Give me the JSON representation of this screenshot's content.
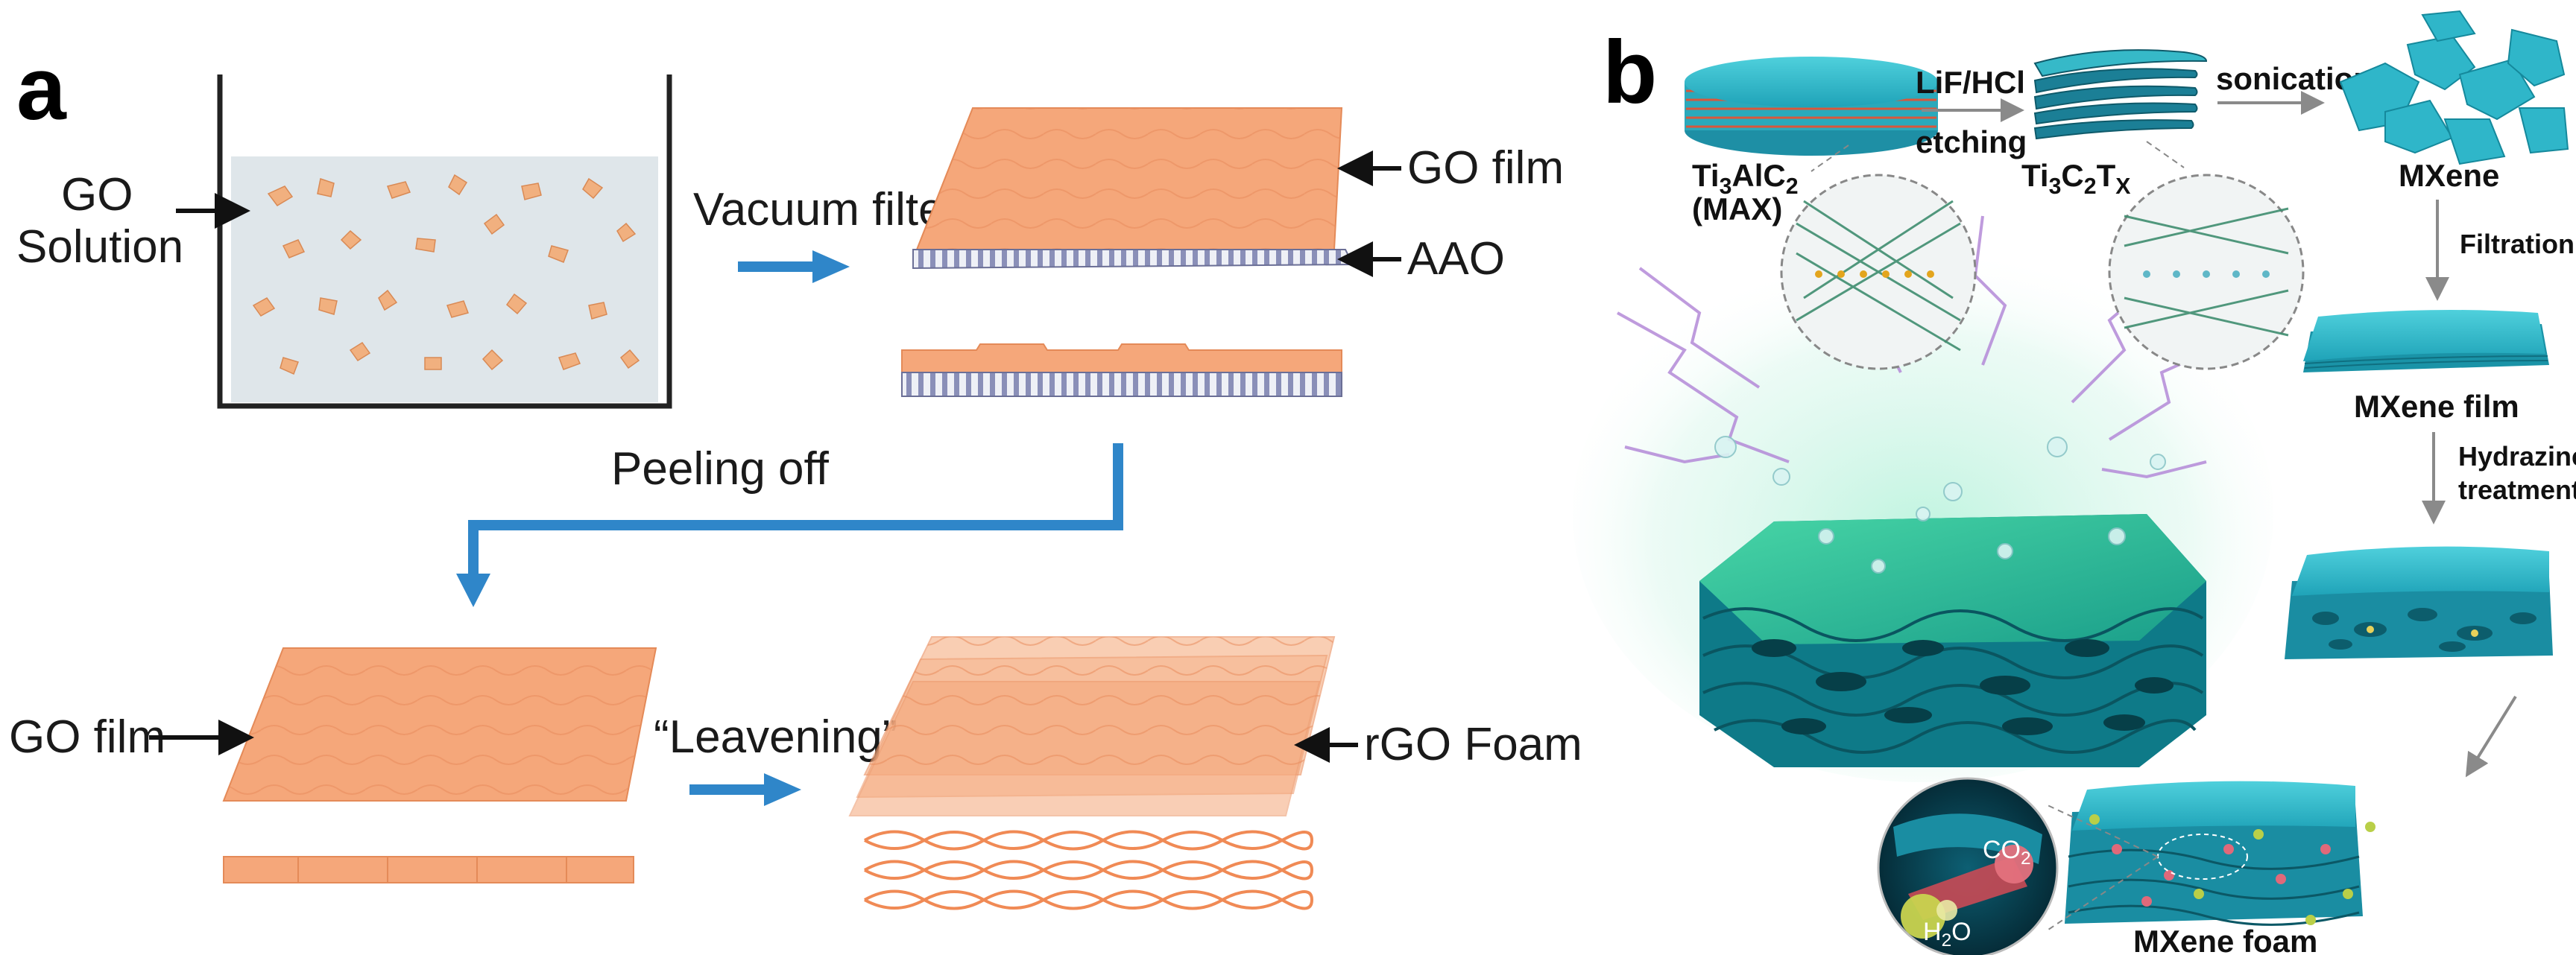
{
  "panel_a": {
    "letter": "a",
    "go_solution": [
      "GO",
      "Solution"
    ],
    "vacuum_filter": "Vacuum filter",
    "go_film_top": "GO film",
    "aao": "AAO",
    "peeling_off": "Peeling off",
    "go_film_bottom": "GO film",
    "leavening": "“Leavening”",
    "rgo_foam": "rGO Foam"
  },
  "panel_b": {
    "letter": "b",
    "max_formula": "Ti3AlC2",
    "max_label": "(MAX)",
    "etch_line1": "LiF/HCl",
    "etch_line2": "etching",
    "tct_formula": "Ti3C2TX",
    "sonication": "sonication",
    "mxene": "MXene",
    "filtration": "Filtration",
    "mxene_film": "MXene film",
    "hydrazine_line1": "Hydrazine",
    "hydrazine_line2": "treatment",
    "co2": "CO2",
    "h2o": "H2O",
    "mxene_foam": "MXene foam"
  },
  "colors": {
    "go_orange": "#f5a77a",
    "go_orange_dark": "#e8895a",
    "arrow_blue": "#2f86c9",
    "mxene_cyan": "#2fb6c9",
    "mxene_dark": "#137f93",
    "solution_fill": "#dfe6ea",
    "glow_purple": "#b48ad8"
  }
}
